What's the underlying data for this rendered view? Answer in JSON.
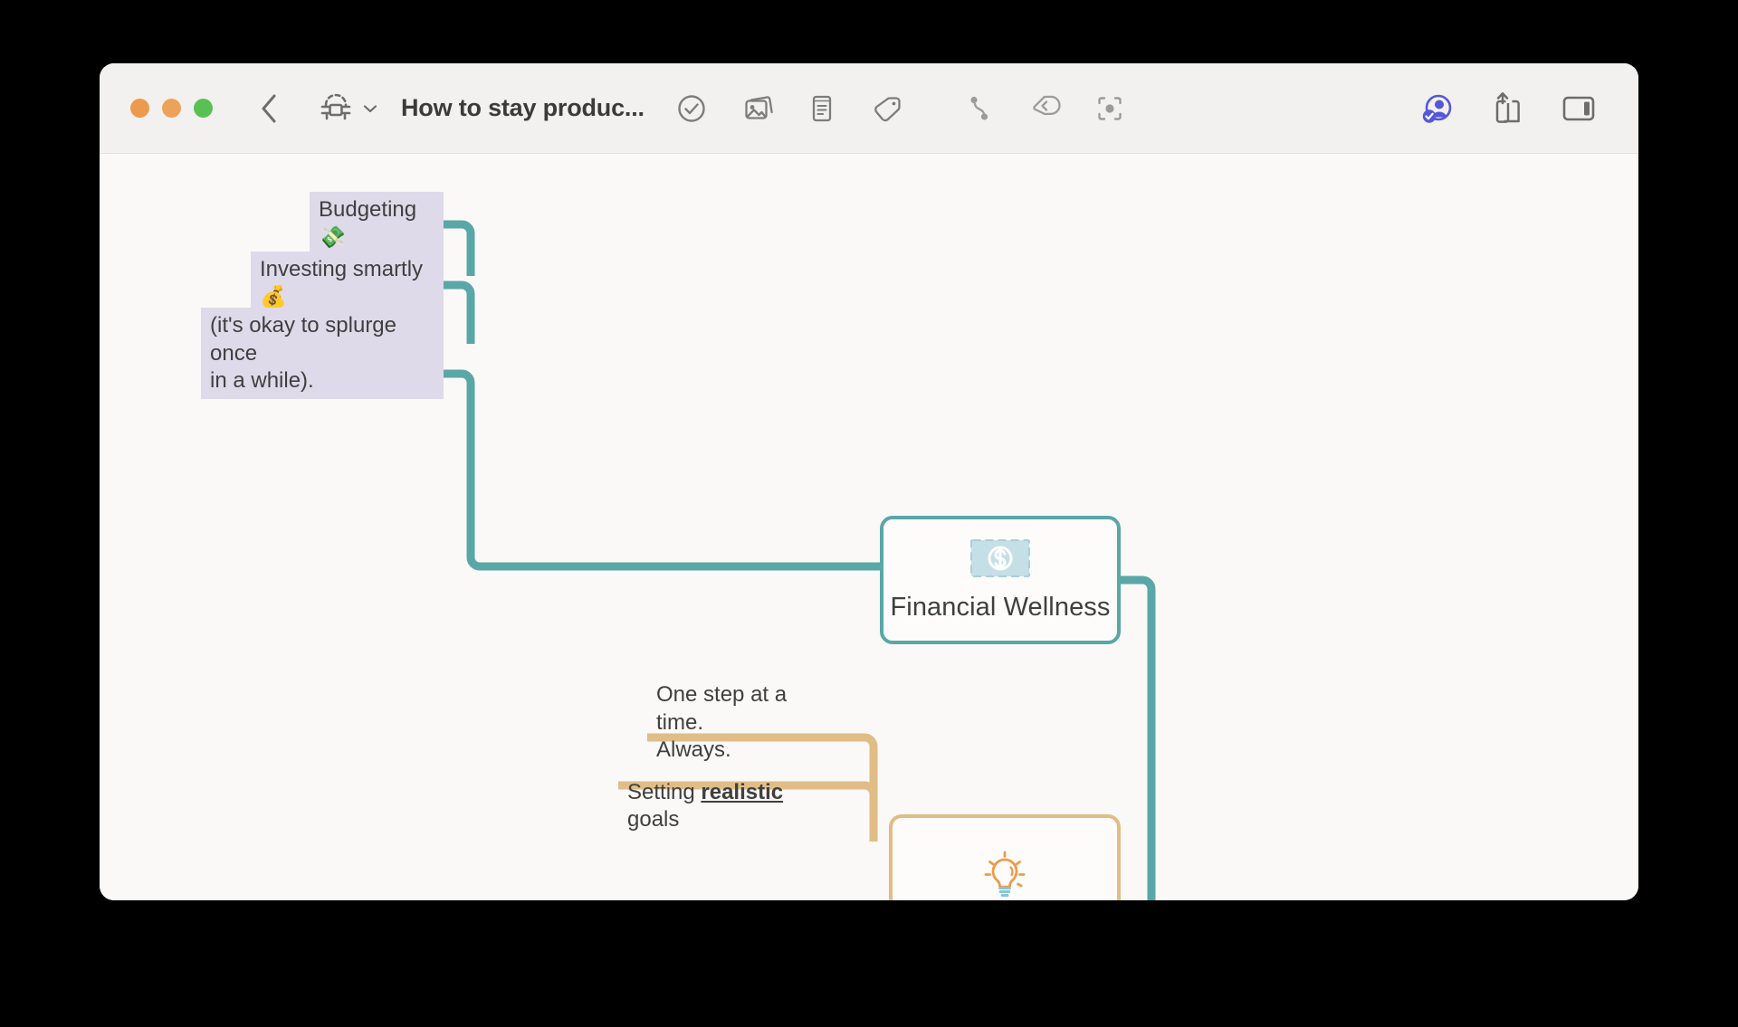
{
  "window": {
    "traffic_lights": [
      {
        "name": "close",
        "color": "#ed9a4e"
      },
      {
        "name": "minimize",
        "color": "#eda357"
      },
      {
        "name": "zoom",
        "color": "#5bc053"
      }
    ]
  },
  "toolbar": {
    "back_icon": "chevron-left-icon",
    "doc_type_icon": "mindmap-node-icon",
    "doc_type_chevron": "chevron-down-icon",
    "title": "How to stay produc...",
    "tools": [
      {
        "name": "task-icon",
        "label": "Task"
      },
      {
        "name": "image-icon",
        "label": "Image"
      },
      {
        "name": "note-icon",
        "label": "Note"
      },
      {
        "name": "tag-icon",
        "label": "Tag"
      },
      {
        "name": "relationship-icon",
        "label": "Relationship"
      },
      {
        "name": "boundary-icon",
        "label": "Boundary"
      },
      {
        "name": "focus-icon",
        "label": "Focus"
      }
    ],
    "right_tools": [
      {
        "name": "collaborate-icon",
        "label": "Collaborate"
      },
      {
        "name": "share-icon",
        "label": "Share"
      },
      {
        "name": "sidebar-icon",
        "label": "Inspector"
      }
    ]
  },
  "canvas": {
    "background": "#faf9f7",
    "branches": [
      {
        "name": "finance-branch",
        "color": "#5aa7a7"
      },
      {
        "name": "habits-branch",
        "color": "#e0bd86"
      }
    ],
    "nodes": [
      {
        "id": "budgeting",
        "text": "Budgeting 💸",
        "style": "lavender",
        "accent": "#5aa7a7"
      },
      {
        "id": "investing",
        "text": "Investing smartly 💰",
        "style": "lavender",
        "accent": "#5aa7a7"
      },
      {
        "id": "splurge",
        "text": "(it's okay to splurge once\nin a while).",
        "style": "lavender",
        "accent": "#5aa7a7"
      },
      {
        "id": "financial-wellness",
        "text": "Financial Wellness",
        "style": "box",
        "accent": "#5aa7a7",
        "icon": "money-bill-icon"
      },
      {
        "id": "one-step",
        "text": "One step at a time.\nAlways.",
        "style": "plain",
        "accent": "#e0bd86"
      },
      {
        "id": "realistic-goals",
        "text_before": "Setting ",
        "text_emphasis": "realistic",
        "text_after": " goals",
        "style": "plain",
        "accent": "#e0bd86"
      },
      {
        "id": "idea-node",
        "text": "",
        "style": "box",
        "accent": "#e0bd86",
        "icon": "lightbulb-icon"
      }
    ]
  }
}
